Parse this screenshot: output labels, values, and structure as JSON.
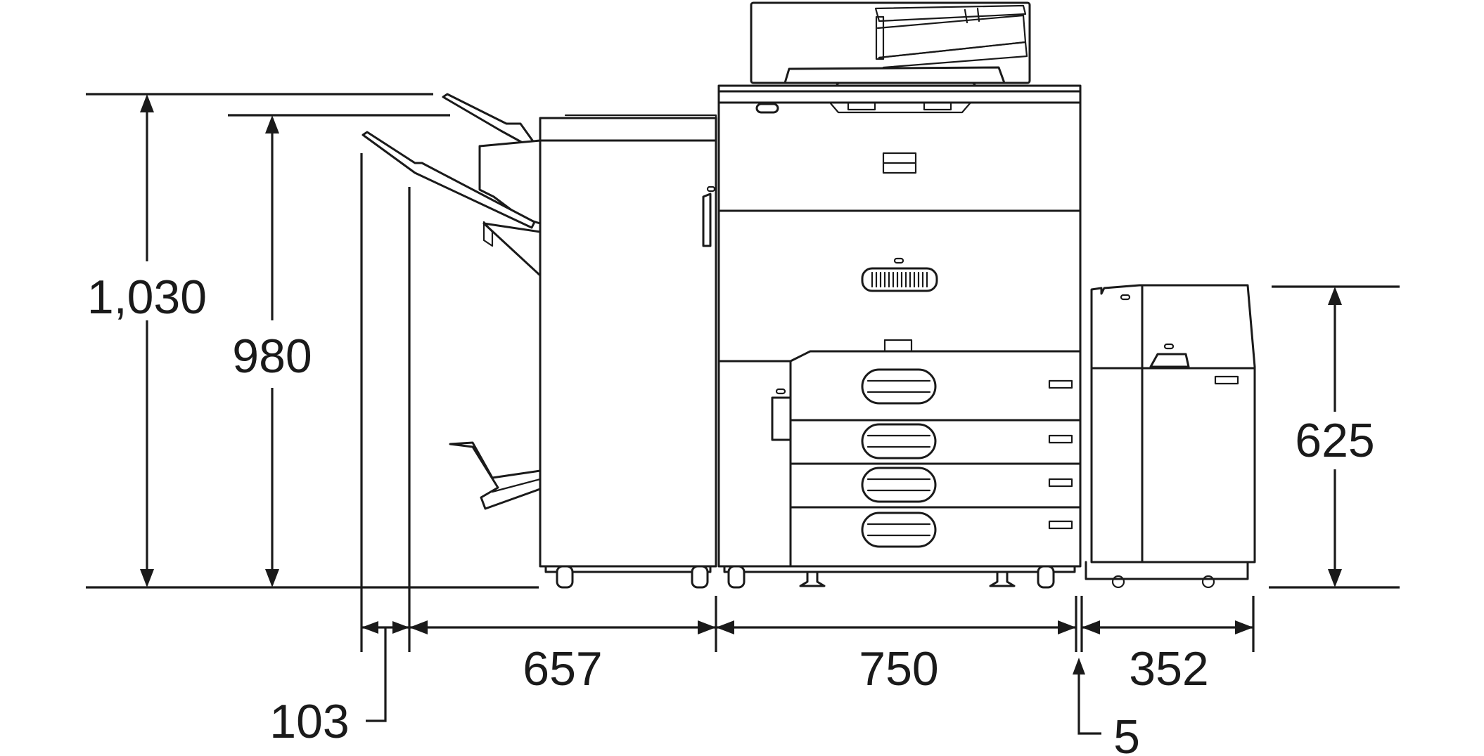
{
  "dimensions": {
    "height_total": "1,030",
    "height_finisher": "980",
    "height_side_unit": "625",
    "width_tray_extension": "103",
    "width_finisher": "657",
    "width_main_unit": "750",
    "width_gap": "5",
    "width_side_unit": "352"
  }
}
